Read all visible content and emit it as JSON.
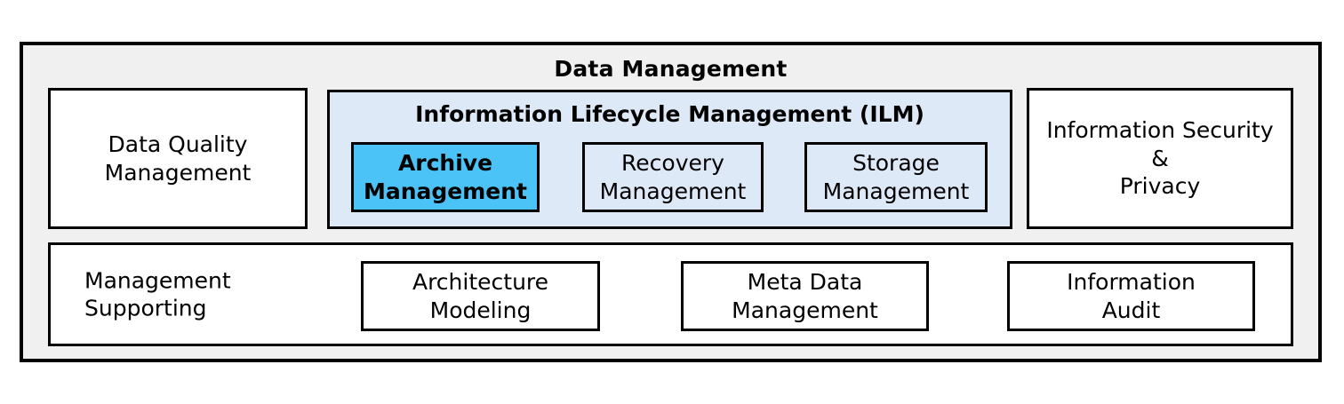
{
  "diagram": {
    "title": "Data Management",
    "background_color": "#f0f0f0",
    "border_color": "#000000"
  },
  "row1": {
    "data_quality": {
      "label": "Data Quality\nManagement",
      "fill": "#ffffff"
    },
    "ilm_panel": {
      "title": "Information Lifecycle Management (ILM)",
      "fill": "#dee9f8",
      "items": [
        {
          "label": "Archive\nManagement",
          "fill": "#4cc3f7",
          "highlighted": "true"
        },
        {
          "label": "Recovery\nManagement",
          "fill": "#dee9f8",
          "highlighted": "false"
        },
        {
          "label": "Storage\nManagement",
          "fill": "#dee9f8",
          "highlighted": "false"
        }
      ]
    },
    "information_security": {
      "label": "Information Security\n&\nPrivacy",
      "fill": "#ffffff"
    }
  },
  "row2": {
    "group_label": "Management\nSupporting",
    "fill": "#ffffff",
    "items": [
      {
        "label": "Architecture\nModeling"
      },
      {
        "label": "Meta Data\nManagement"
      },
      {
        "label": "Information\nAudit"
      }
    ]
  }
}
